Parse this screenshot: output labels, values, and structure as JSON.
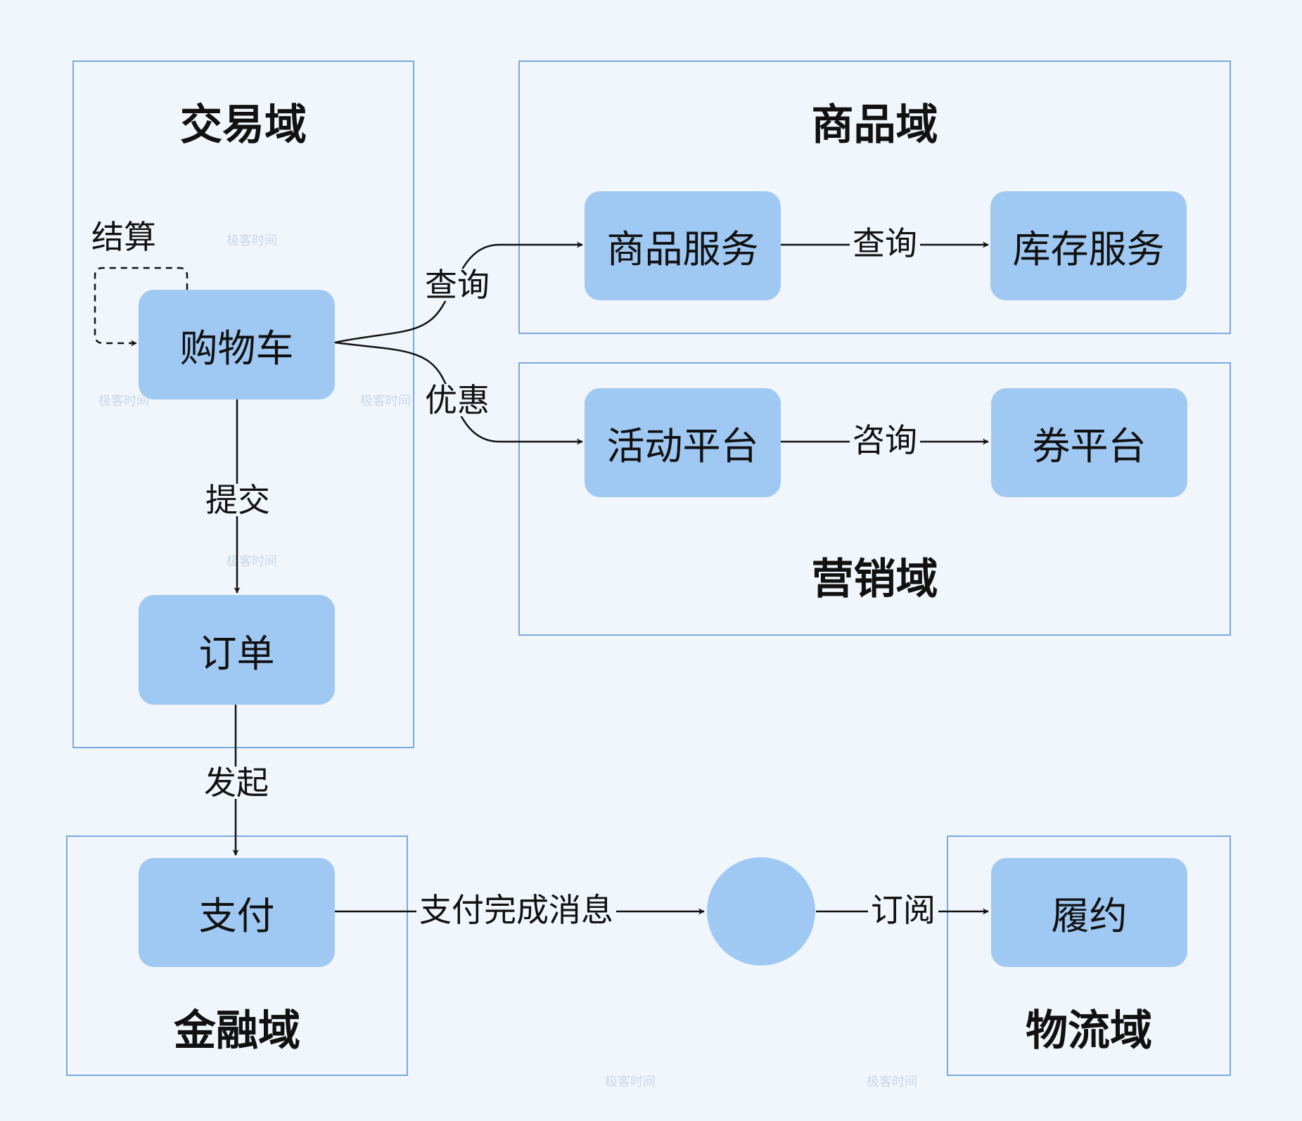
{
  "regions": {
    "trade": "交易域",
    "goods": "商品域",
    "marketing": "营销域",
    "finance": "金融域",
    "logistics": "物流域"
  },
  "nodes": {
    "cart": "购物车",
    "order": "订单",
    "goods_service": "商品服务",
    "inventory_service": "库存服务",
    "activity_platform": "活动平台",
    "coupon_platform": "券平台",
    "payment": "支付",
    "fulfillment": "履约"
  },
  "edges": {
    "checkout": "结算",
    "query_goods": "查询",
    "discount": "优惠",
    "submit": "提交",
    "query_inventory": "查询",
    "consult": "咨询",
    "initiate": "发起",
    "payment_done_msg": "支付完成消息",
    "subscribe": "订阅"
  },
  "watermark": "极客时间",
  "colors": {
    "background": "#f1f6fc",
    "region_border": "#7aa9e0",
    "node_fill": "#9fc8f2",
    "edge": "#111111"
  }
}
